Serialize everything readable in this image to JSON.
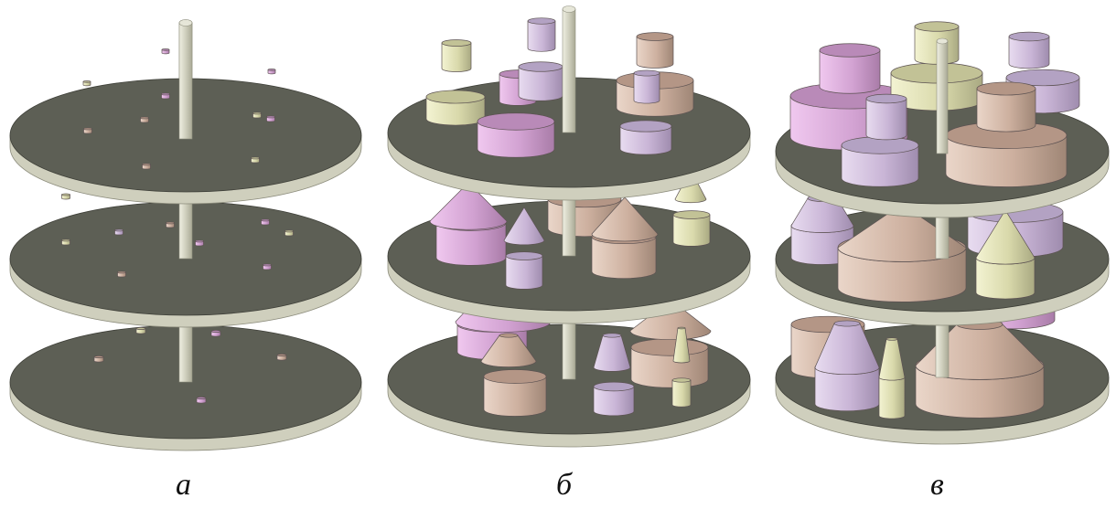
{
  "captions": {
    "a": "а",
    "b": "б",
    "c": "в"
  },
  "colors": {
    "disc_top": "#5d5f55",
    "disc_edge": "#cfcfbd",
    "pole": "#d6d6c6",
    "shape_palette": [
      "#d7a7d6",
      "#c9b5d6",
      "#cdb09f",
      "#dcdcb0"
    ]
  },
  "panels": [
    {
      "id": "a",
      "fill_level": "sparse"
    },
    {
      "id": "b",
      "fill_level": "medium"
    },
    {
      "id": "c",
      "fill_level": "dense"
    }
  ]
}
